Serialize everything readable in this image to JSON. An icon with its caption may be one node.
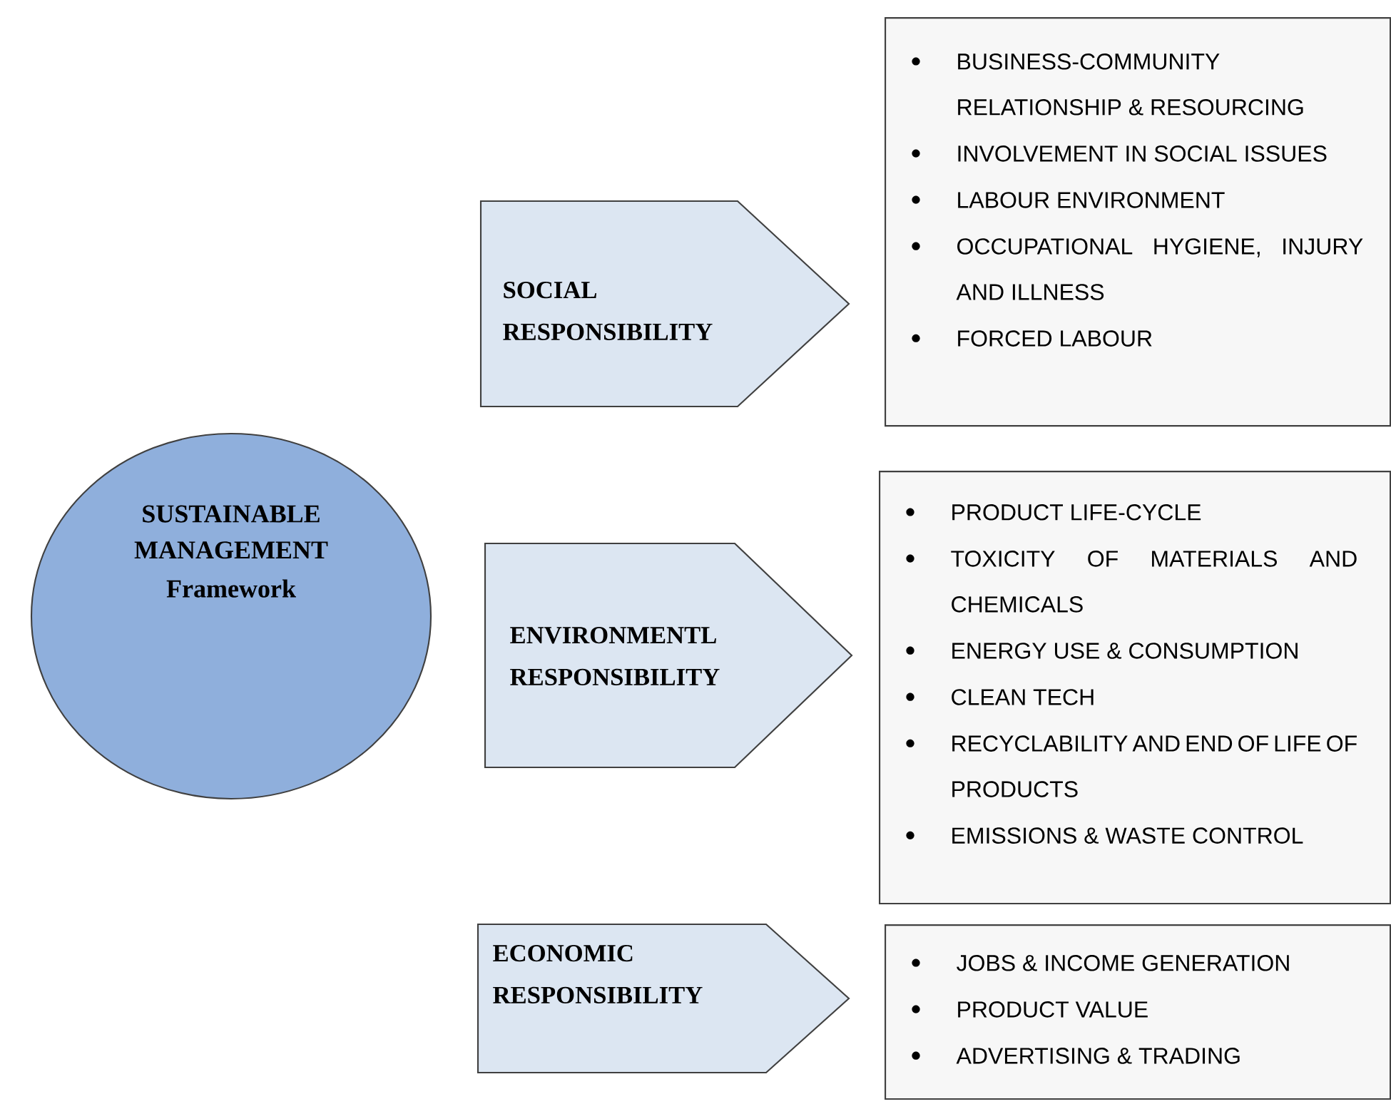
{
  "diagram": {
    "nodes": [
      {
        "text": [
          "SUSTAINABLE MANAGEMENT",
          "Framework"
        ]
      },
      {
        "text": [
          "SOCIAL RESPONSIBILITY"
        ]
      },
      {
        "text": [
          "ENVIRONMENTL RESPONSIBILITY"
        ]
      },
      {
        "text": [
          "ECONOMIC RESPONSIBILITY"
        ]
      },
      {
        "text": [
          "BUSINESS-COMMUNITY RELATIONSHIP & RESOURCING",
          "INVOLVEMENT IN SOCIAL ISSUES",
          "LABOUR ENVIRONMENT",
          "OCCUPATIONAL HYGIENE, INJURY AND ILLNESS",
          "FORCED LABOUR"
        ]
      },
      {
        "text": [
          "PRODUCT LIFE-CYCLE",
          "TOXICITY OF MATERIALS AND CHEMICALS",
          "ENERGY USE & CONSUMPTION",
          "CLEAN TECH",
          "RECYCLABILITY AND END OF LIFE OF PRODUCTS",
          "EMISSIONS & WASTE CONTROL"
        ]
      },
      {
        "text": [
          "JOBS & INCOME GENERATION",
          "PRODUCT VALUE",
          "ADVERTISING & TRADING"
        ]
      }
    ]
  }
}
